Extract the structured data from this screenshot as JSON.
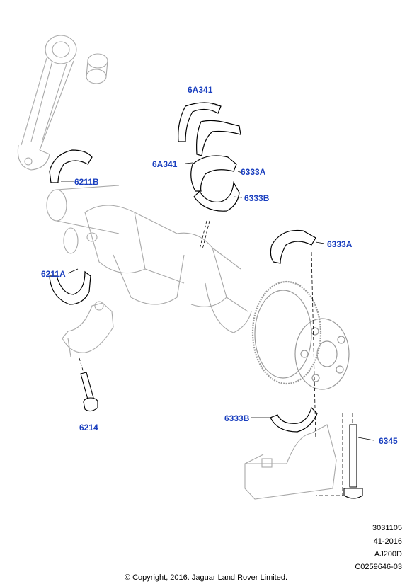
{
  "labels": {
    "bearing_6A341_upper": "6A341",
    "bearing_6A341_lower": "6A341",
    "bearing_6333A_upper": "6333A",
    "bearing_6333B_upper": "6333B",
    "bearing_6211B": "6211B",
    "bearing_6211A": "6211A",
    "bearing_6333A_right": "6333A",
    "bearing_6333B_lower": "6333B",
    "bolt_6214": "6214",
    "bolt_6345": "6345"
  },
  "reference": {
    "line1": "3031105",
    "line2": "41-2016",
    "line3": "AJ200D",
    "line4": "C0259646-03"
  },
  "copyright": "© Copyright, 2016. Jaguar Land Rover Limited.",
  "colors": {
    "label": "#1a3fbf",
    "line": "#000000",
    "ghost": "#9a9a9a"
  }
}
